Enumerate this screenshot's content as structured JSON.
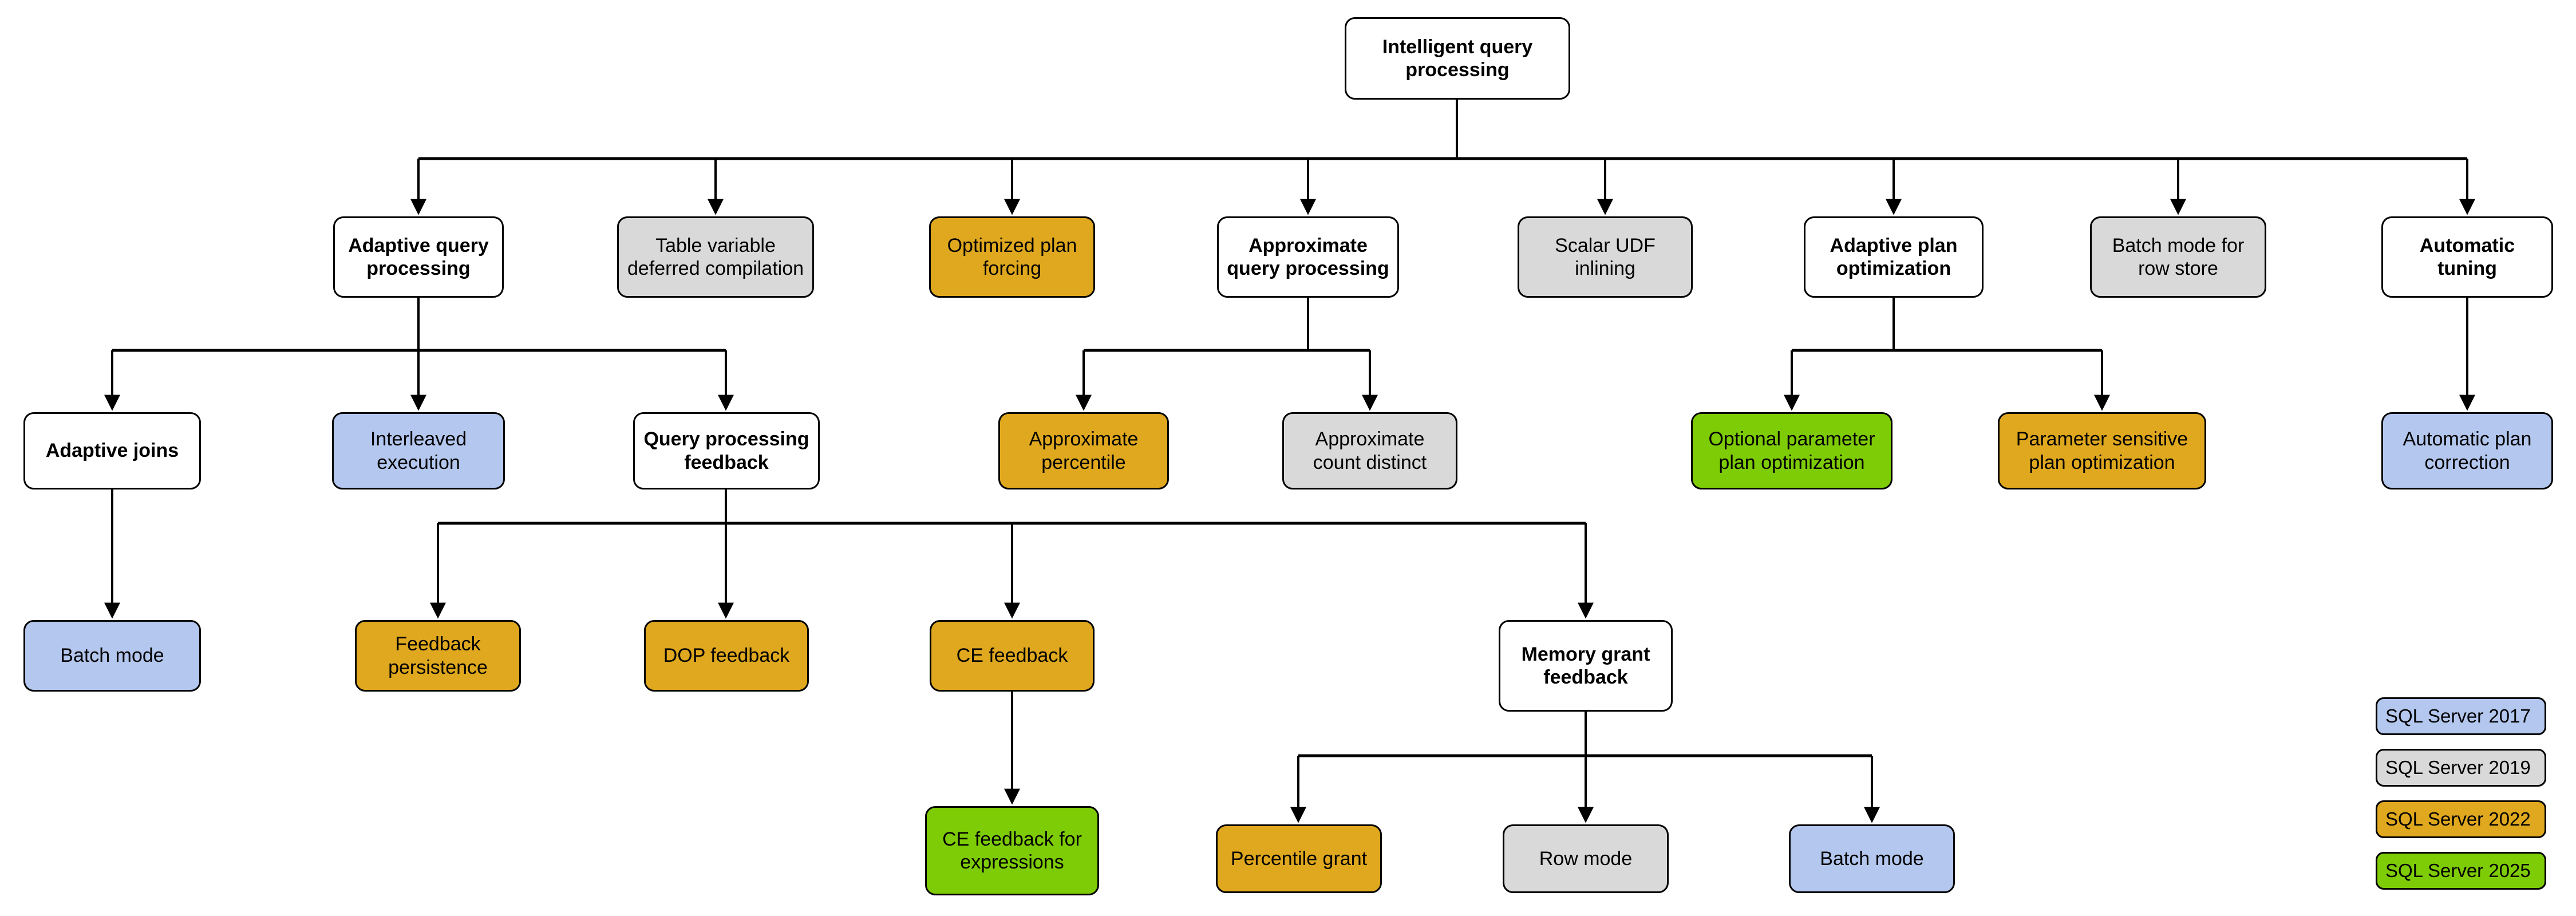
{
  "title": "Intelligent query processing",
  "palette": {
    "white": "#ffffff",
    "gray": "#d9d9d9",
    "gold": "#e0a81e",
    "blue": "#b4c7ee",
    "green": "#7ecc06",
    "stroke": "#000000"
  },
  "nodes": {
    "root": "Intelligent query\nprocessing",
    "adaptive_query_processing": "Adaptive query\nprocessing",
    "table_variable_deferred_compilation": "Table variable\ndeferred compilation",
    "optimized_plan_forcing": "Optimized plan\nforcing",
    "approximate_query_processing": "Approximate\nquery processing",
    "scalar_udf_inlining": "Scalar UDF\ninlining",
    "adaptive_plan_optimization": "Adaptive plan\noptimization",
    "batch_mode_for_row_store": "Batch mode for\nrow store",
    "automatic_tuning": "Automatic\ntuning",
    "adaptive_joins": "Adaptive joins",
    "interleaved_execution": "Interleaved\nexecution",
    "query_processing_feedback": "Query processing\nfeedback",
    "approximate_percentile": "Approximate\npercentile",
    "approximate_count_distinct": "Approximate\ncount distinct",
    "optional_parameter_plan_optimization": "Optional parameter\nplan optimization",
    "parameter_sensitive_plan_optimization": "Parameter sensitive\nplan optimization",
    "automatic_plan_correction": "Automatic plan\ncorrection",
    "batch_mode": "Batch mode",
    "feedback_persistence": "Feedback\npersistence",
    "dop_feedback": "DOP feedback",
    "ce_feedback": "CE feedback",
    "memory_grant_feedback": "Memory grant\nfeedback",
    "ce_feedback_for_expressions": "CE feedback for\nexpressions",
    "percentile_grant": "Percentile grant",
    "row_mode": "Row mode",
    "batch_mode_mg": "Batch mode"
  },
  "legend": {
    "items": [
      {
        "label": "SQL Server 2017",
        "color": "#b4c7ee"
      },
      {
        "label": "SQL Server 2019",
        "color": "#d9d9d9"
      },
      {
        "label": "SQL Server 2022",
        "color": "#e0a81e"
      },
      {
        "label": "SQL Server 2025",
        "color": "#7ecc06"
      }
    ]
  }
}
